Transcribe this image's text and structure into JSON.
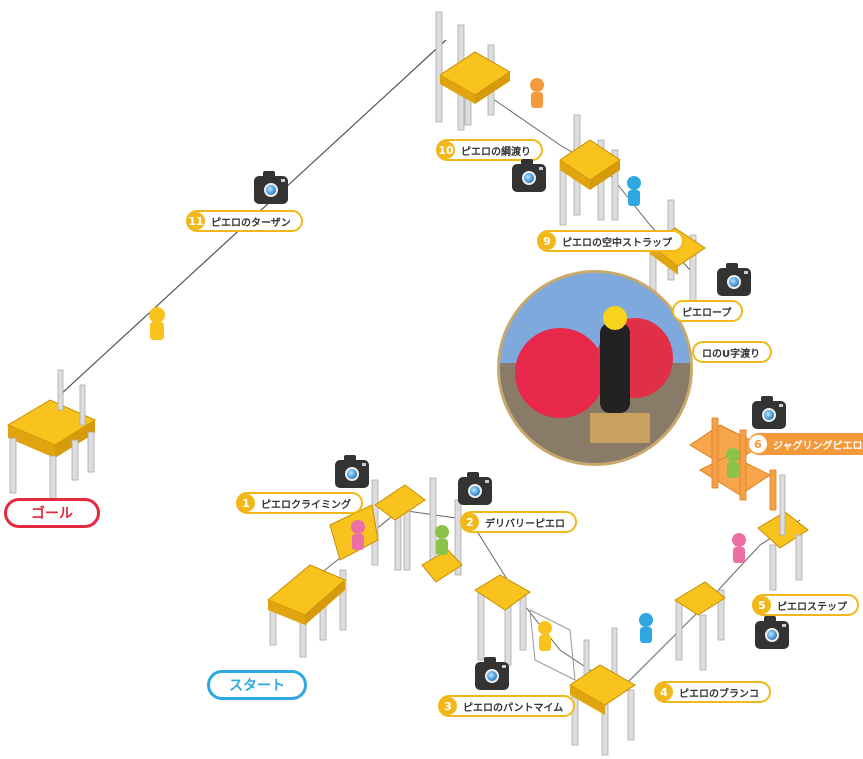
{
  "labels": {
    "goal": "ゴール",
    "start": "スタート"
  },
  "stations": [
    {
      "num": "1",
      "name": "ピエロクライミング"
    },
    {
      "num": "2",
      "name": "デリバリーピエロ"
    },
    {
      "num": "3",
      "name": "ピエロのパントマイム"
    },
    {
      "num": "4",
      "name": "ピエロのブランコ"
    },
    {
      "num": "5",
      "name": "ピエロステップ"
    },
    {
      "num": "6",
      "name": "ジャグリングピエロ"
    },
    {
      "num": "9",
      "name": "ピエロの空中ストラップ"
    },
    {
      "num": "10",
      "name": "ピエロの綱渡り"
    },
    {
      "num": "11",
      "name": "ピエロのターザン"
    },
    {
      "num": "",
      "name": "ピエロープ"
    },
    {
      "num": "",
      "name": "ロのU字渡り"
    }
  ],
  "icons": {
    "camera": "camera-icon"
  },
  "colors": {
    "platform": "#f7c31c",
    "platform_side": "#e0a40f",
    "frame": "#d9d9d9",
    "goal": "#e8283c",
    "start": "#2fa7e0",
    "badge_border": "#f2b81a",
    "active": "#f49a3d"
  }
}
